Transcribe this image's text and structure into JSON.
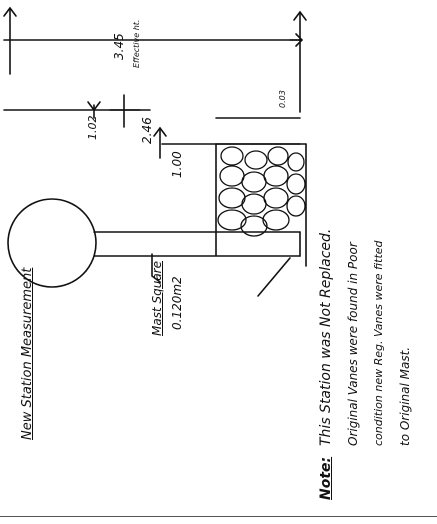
{
  "diagram": {
    "labels": {
      "new_station_measurement": "New Station Measurement",
      "mast_square": "Mast Square",
      "mast_square_value": "0.120m2",
      "dim_top_total": "3.45",
      "dim_effective": "Effective ht.",
      "dim_upper": "1.02",
      "dim_middle": "2.46",
      "dim_small": "0.03",
      "dim_vanes": "1.00"
    },
    "note": {
      "heading": "Note:",
      "line1": "This Station was Not Replaced.",
      "line2": "Original Vanes were found in Poor",
      "line3": "condition new Reg. Vanes were fitted",
      "line4": "to Original Mast."
    }
  }
}
